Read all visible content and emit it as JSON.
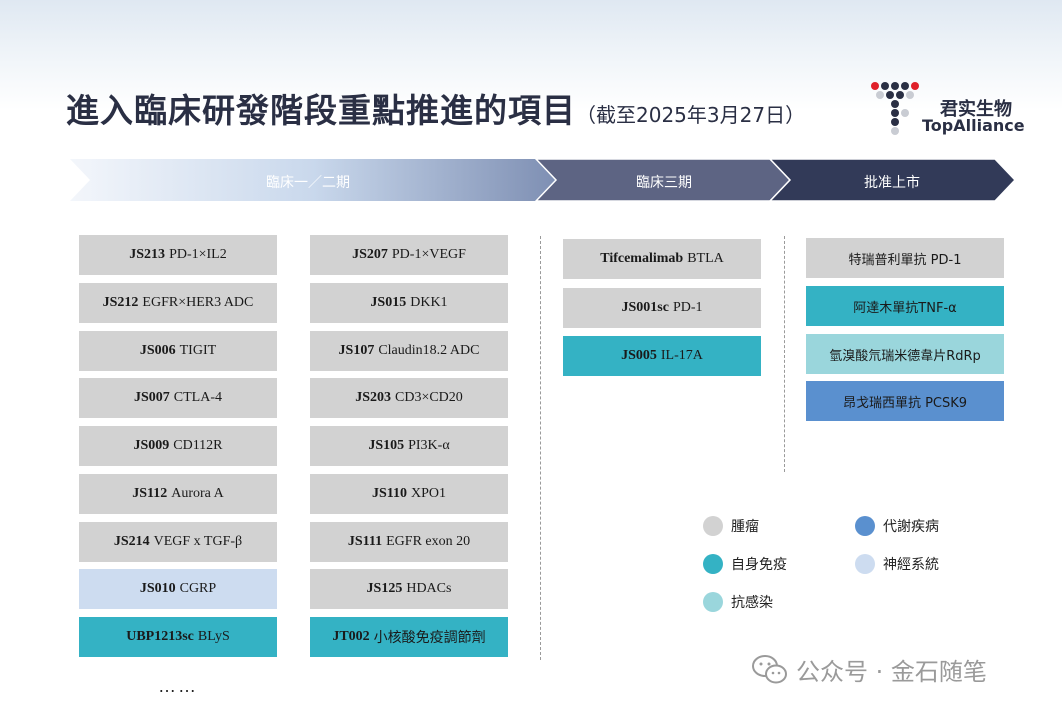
{
  "header": {
    "title": "進入臨床研發階段重點推進的項目",
    "subtitle": "（截至2025年3月27日）"
  },
  "logo": {
    "name_cn": "君实生物",
    "name_en": "TopAlliance"
  },
  "phases": [
    {
      "label": "臨床一／二期"
    },
    {
      "label": "臨床三期"
    },
    {
      "label": "批准上市"
    }
  ],
  "columns": {
    "phase12_col1": [
      {
        "code": "JS213",
        "target": "PD-1×IL2",
        "category": "oncology"
      },
      {
        "code": "JS212",
        "target": "EGFR×HER3 ADC",
        "category": "oncology"
      },
      {
        "code": "JS006",
        "target": "TIGIT",
        "category": "oncology"
      },
      {
        "code": "JS007",
        "target": "CTLA-4",
        "category": "oncology"
      },
      {
        "code": "JS009",
        "target": "CD112R",
        "category": "oncology"
      },
      {
        "code": "JS112",
        "target": "Aurora A",
        "category": "oncology"
      },
      {
        "code": "JS214",
        "target": "VEGF x TGF-β",
        "category": "oncology"
      },
      {
        "code": "JS010",
        "target": "CGRP",
        "category": "neurology"
      },
      {
        "code": "UBP1213sc",
        "target": "BLyS",
        "category": "autoimmune"
      }
    ],
    "phase12_col2": [
      {
        "code": "JS207",
        "target": "PD-1×VEGF",
        "category": "oncology"
      },
      {
        "code": "JS015",
        "target": "DKK1",
        "category": "oncology"
      },
      {
        "code": "JS107",
        "target": "Claudin18.2 ADC",
        "category": "oncology"
      },
      {
        "code": "JS203",
        "target": "CD3×CD20",
        "category": "oncology"
      },
      {
        "code": "JS105",
        "target": "PI3K-α",
        "category": "oncology"
      },
      {
        "code": "JS110",
        "target": "XPO1",
        "category": "oncology"
      },
      {
        "code": "JS111",
        "target": "EGFR exon 20",
        "category": "oncology"
      },
      {
        "code": "JS125",
        "target": "HDACs",
        "category": "oncology"
      },
      {
        "code": "JT002",
        "target": "小核酸免疫調節劑",
        "category": "autoimmune"
      }
    ],
    "phase3": [
      {
        "code": "Tifcemalimab",
        "target": "BTLA",
        "category": "oncology"
      },
      {
        "code": "JS001sc",
        "target": "PD-1",
        "category": "oncology"
      },
      {
        "code": "JS005",
        "target": "IL-17A",
        "category": "autoimmune"
      }
    ],
    "approved": [
      {
        "code": "",
        "target": "特瑞普利單抗 PD-1",
        "category": "oncology"
      },
      {
        "code": "",
        "target": "阿達木單抗TNF-α",
        "category": "autoimmune"
      },
      {
        "code": "",
        "target": "氫溴酸氘瑞米德韋片RdRp",
        "category": "anti-infective"
      },
      {
        "code": "",
        "target": "昂戈瑞西單抗 PCSK9",
        "category": "metabolic"
      }
    ]
  },
  "more": "……",
  "legend": [
    {
      "label": "腫瘤",
      "color": "#d2d2d2"
    },
    {
      "label": "代謝疾病",
      "color": "#5a90cf"
    },
    {
      "label": "自身免疫",
      "color": "#34b2c4"
    },
    {
      "label": "神經系統",
      "color": "#cddcf0"
    },
    {
      "label": "抗感染",
      "color": "#9ad6dc"
    }
  ],
  "watermark": {
    "text": "公众号 · 金石随笔",
    "icon": "wechat-icon"
  }
}
